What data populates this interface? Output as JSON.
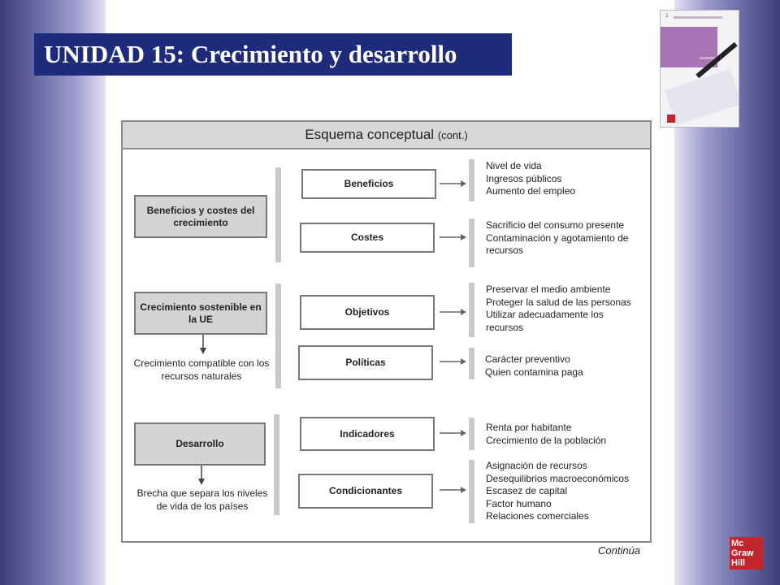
{
  "unit_title": "UNIDAD 15: Crecimiento y desarrollo",
  "scheme": {
    "title": "Esquema conceptual",
    "title_suffix": "(cont.)",
    "groups": [
      {
        "main": "Beneficios y costes del crecimiento",
        "note": "",
        "branches": [
          {
            "label": "Beneficios",
            "items": [
              "Nivel de vida",
              "Ingresos públicos",
              "Aumento del empleo"
            ]
          },
          {
            "label": "Costes",
            "items": [
              "Sacrificio del consumo presente",
              "Contaminación y agotamiento de",
              "recursos"
            ]
          }
        ]
      },
      {
        "main": "Crecimiento sostenible en la UE",
        "note": "Crecimiento compatible con los recursos naturales",
        "branches": [
          {
            "label": "Objetivos",
            "items": [
              "Preservar el medio ambiente",
              "Proteger la salud de las personas",
              "Utilizar adecuadamente los",
              "recursos"
            ]
          },
          {
            "label": "Políticas",
            "items": [
              "Carácter preventivo",
              "Quien contamina paga"
            ]
          }
        ]
      },
      {
        "main": "Desarrollo",
        "note": "Brecha que separa los niveles de vida de los países",
        "branches": [
          {
            "label": "Indicadores",
            "items": [
              "Renta por habitante",
              "Crecimiento de la población"
            ]
          },
          {
            "label": "Condicionantes",
            "items": [
              "Asignación de recursos",
              "Desequilibrios macroeconómicos",
              "Escasez de capital",
              "Factor humano",
              "Relaciones comerciales"
            ]
          }
        ]
      }
    ],
    "footer": "Continúa"
  },
  "publisher_logo": [
    "Mc",
    "Graw",
    "Hill"
  ],
  "colors": {
    "title_bg": "#1e2a7a",
    "box_grey": "#d4d4d4",
    "border": "#777777",
    "side_gradient": "#6a6aa6"
  }
}
